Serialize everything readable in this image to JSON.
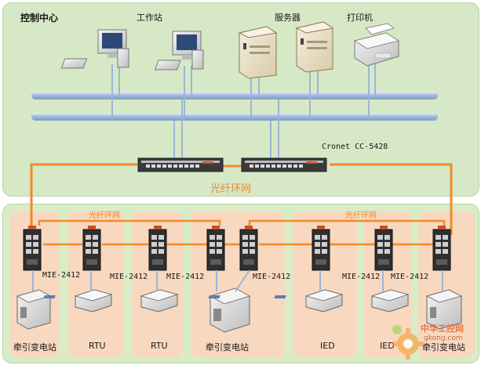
{
  "control_center": {
    "title": "控制中心",
    "workstation_label": "工作站",
    "server_label": "服务器",
    "printer_label": "打印机",
    "core_switch_label": "Cronet CC-5428"
  },
  "rings": {
    "main_ring_label": "光纤环网",
    "left_ring_label": "光纤环网",
    "right_ring_label": "光纤环网"
  },
  "stations": {
    "names": [
      "牵引变电站",
      "RTU",
      "RTU",
      "牵引变电站",
      "IED",
      "IED",
      "牵引变电站"
    ]
  },
  "switch_model": "MIE-2412",
  "watermark": {
    "text": "中华工控网",
    "url": "gkong.com"
  },
  "colors": {
    "top_panel": "#d6e8c6",
    "bottom_panel": "#d9ecc8",
    "station_bg": "#f8d8bf",
    "fiber": "#f08a2a",
    "ethernet": "#9bb6d8"
  }
}
